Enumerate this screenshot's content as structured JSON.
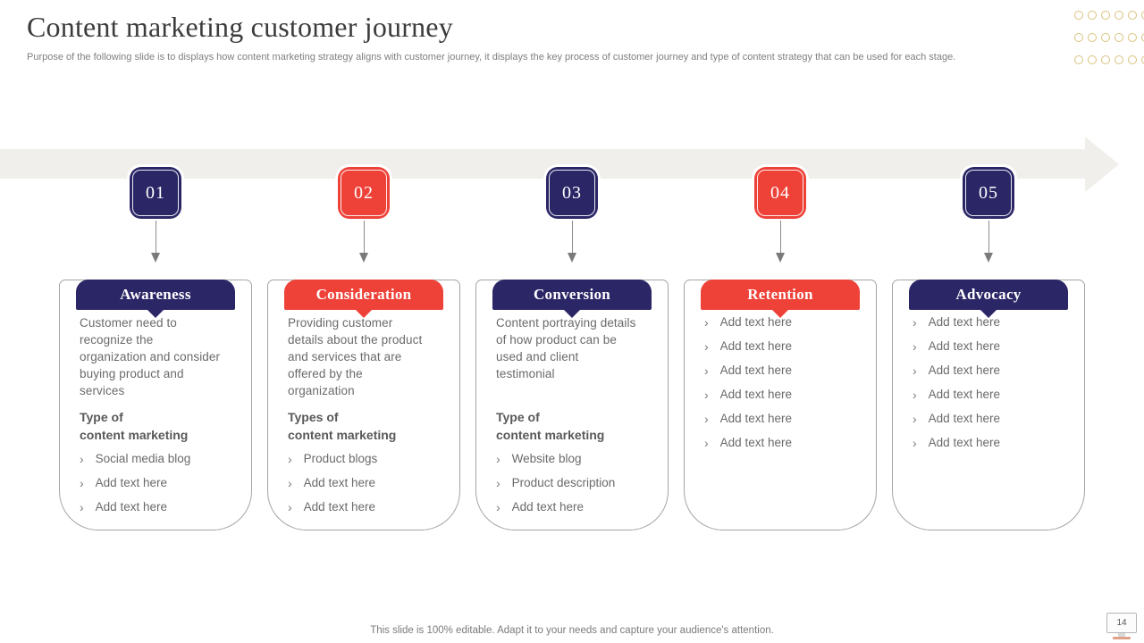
{
  "header": {
    "title": "Content marketing customer journey",
    "subtitle": "Purpose of the following slide is to displays how content marketing strategy aligns with customer journey, it displays the key process of customer journey and type of content strategy that can be used for each stage."
  },
  "glyphs": {
    "bullet": "›"
  },
  "colors": {
    "navy": "#2b2666",
    "red": "#ee4138",
    "gold_dot": "#d9c27e",
    "band_gray": "#f1efec"
  },
  "stages": [
    {
      "number": "01",
      "accent": "navy",
      "title": "Awareness",
      "description": "Customer need to recognize the organization and consider buying product and services",
      "list_heading": "Type of\ncontent marketing",
      "items": [
        "Social media blog",
        "Add text here",
        "Add text here"
      ]
    },
    {
      "number": "02",
      "accent": "red",
      "title": "Consideration",
      "description": "Providing customer details about the product and services that are offered by the organization",
      "list_heading": "Types of\ncontent marketing",
      "items": [
        "Product blogs",
        "Add text here",
        "Add text here"
      ]
    },
    {
      "number": "03",
      "accent": "navy",
      "title": "Conversion",
      "description": "Content portraying details of how product can be used and client testimonial",
      "list_heading": "Type of\ncontent marketing",
      "items": [
        "Website blog",
        "Product description",
        "Add text here"
      ]
    },
    {
      "number": "04",
      "accent": "red",
      "title": "Retention",
      "items": [
        "Add text here",
        "Add text here",
        "Add text here",
        "Add text here",
        "Add text here",
        "Add text here"
      ]
    },
    {
      "number": "05",
      "accent": "navy",
      "title": "Advocacy",
      "items": [
        "Add text here",
        "Add text here",
        "Add text here",
        "Add text here",
        "Add text here",
        "Add text here"
      ]
    }
  ],
  "footer": {
    "note": "This slide is 100% editable. Adapt it to your needs and capture your audience's attention.",
    "page_number": "14"
  }
}
